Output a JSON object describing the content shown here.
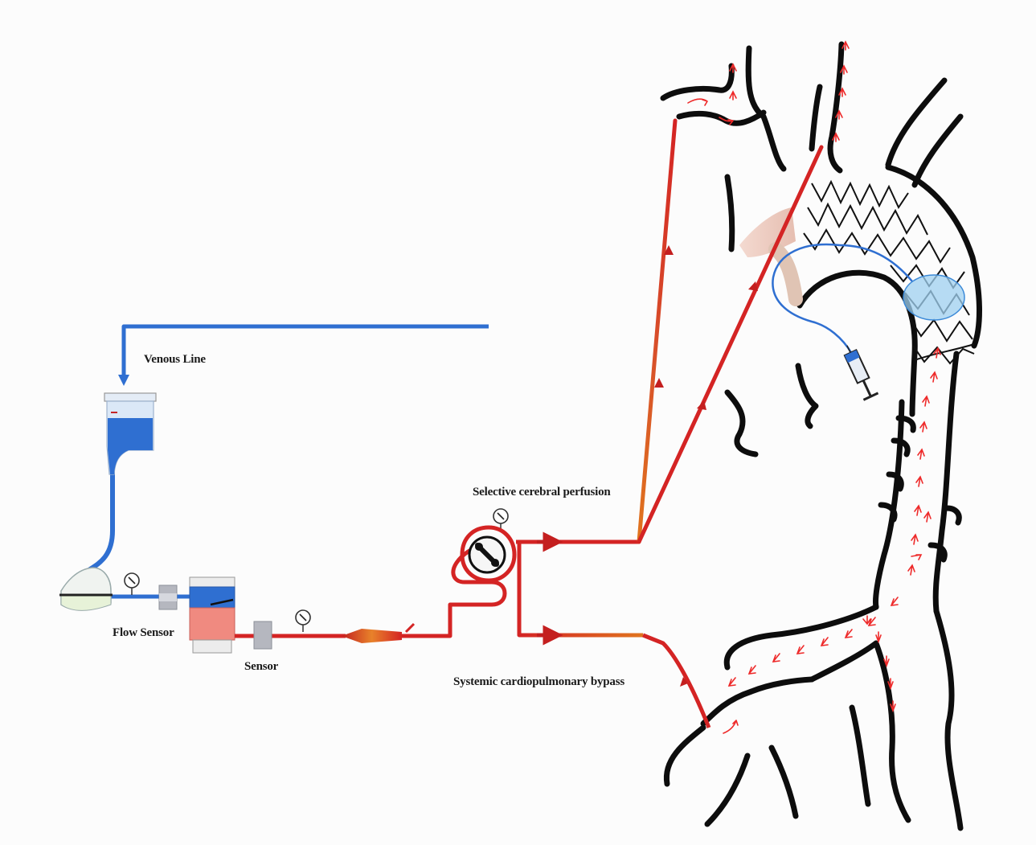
{
  "labels": {
    "venous_line": "Venous Line",
    "flow_sensor": "Flow Sensor",
    "sensor": "Sensor",
    "selective_cerebral_perfusion": "Selective cerebral perfusion",
    "systemic_cardiopulmonary_bypass": "Systemic cardiopulmonary bypass"
  },
  "icons": {
    "pressure_gauge": "pressure-gauge-icon",
    "roller_pump": "roller-pump-icon",
    "reservoir": "venous-reservoir-icon",
    "oxygenator": "oxygenator-icon",
    "syringe": "syringe-icon"
  },
  "colors": {
    "venous": "#2f6fd1",
    "arterial": "#d42424",
    "transition": "#e0741e",
    "vessel_outline": "#0d0d0d",
    "flow_arrows": "#ee2a2a",
    "balloon": "#9fd0f0"
  }
}
